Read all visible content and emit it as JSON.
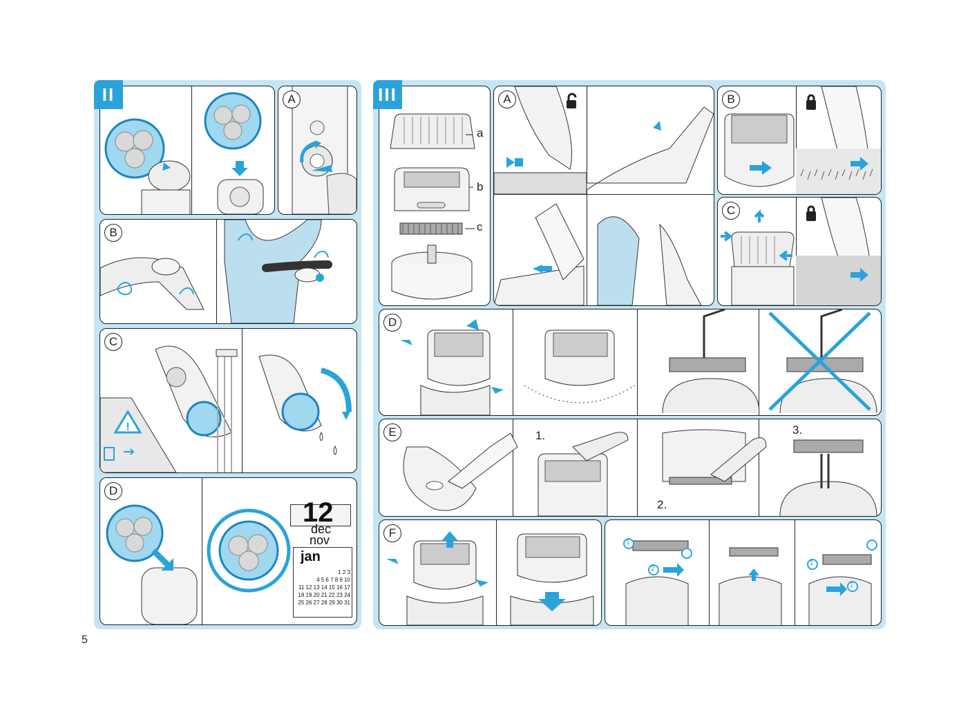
{
  "page": {
    "number": "5"
  },
  "sections": {
    "II": {
      "badge": "II",
      "panels": {
        "A": "A",
        "B": "B",
        "C": "C",
        "D": "D"
      },
      "warning_symbol": "!",
      "calendar": {
        "day": "12",
        "month_top": "dec",
        "month_mid": "nov",
        "month_main": "jan",
        "rows": [
          "1 2 3",
          "4 5 6 7 8 9 10",
          "11 12 13 14 15 16 17",
          "18 19 20 21 22 23 24",
          "25 26 27 28 29 30 31"
        ]
      }
    },
    "III": {
      "badge": "III",
      "parts": {
        "a": "a",
        "b": "b",
        "c": "c"
      },
      "panels": {
        "A": "A",
        "B": "B",
        "C": "C",
        "D": "D",
        "E": "E",
        "F": "F"
      },
      "steps": {
        "s1": "1.",
        "s2": "2.",
        "s3": "3."
      },
      "circled": {
        "one": "1",
        "two": "2"
      }
    }
  },
  "colors": {
    "accent": "#2aa3db",
    "section_bg": "#c4e6f4",
    "outline": "#1c1c1c"
  },
  "icons": [
    "unlock-icon",
    "lock-icon",
    "warning-icon",
    "unplug-icon",
    "arrow-icon",
    "cross-mark-icon"
  ]
}
